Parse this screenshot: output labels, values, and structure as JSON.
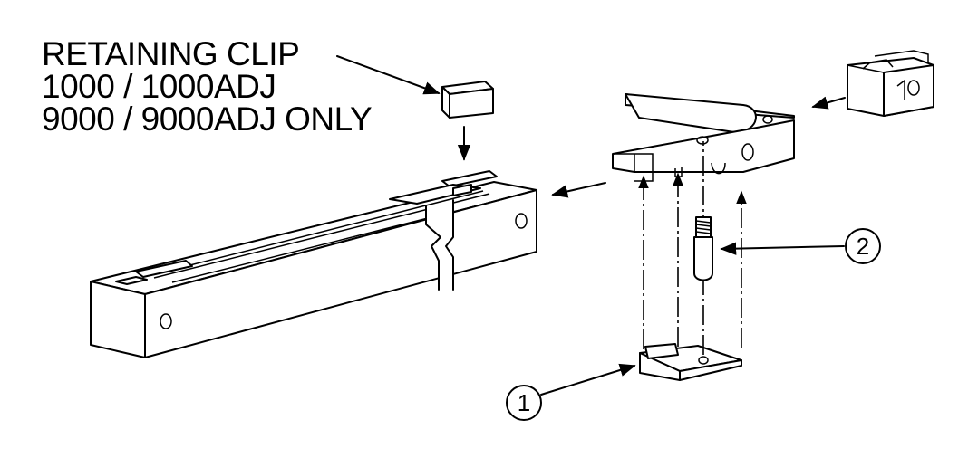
{
  "note": {
    "line1": "RETAINING CLIP",
    "line2": "1000 / 1000ADJ",
    "line3": "9000 / 9000ADJ ONLY"
  },
  "callouts": [
    {
      "id": "1"
    },
    {
      "id": "2"
    }
  ]
}
